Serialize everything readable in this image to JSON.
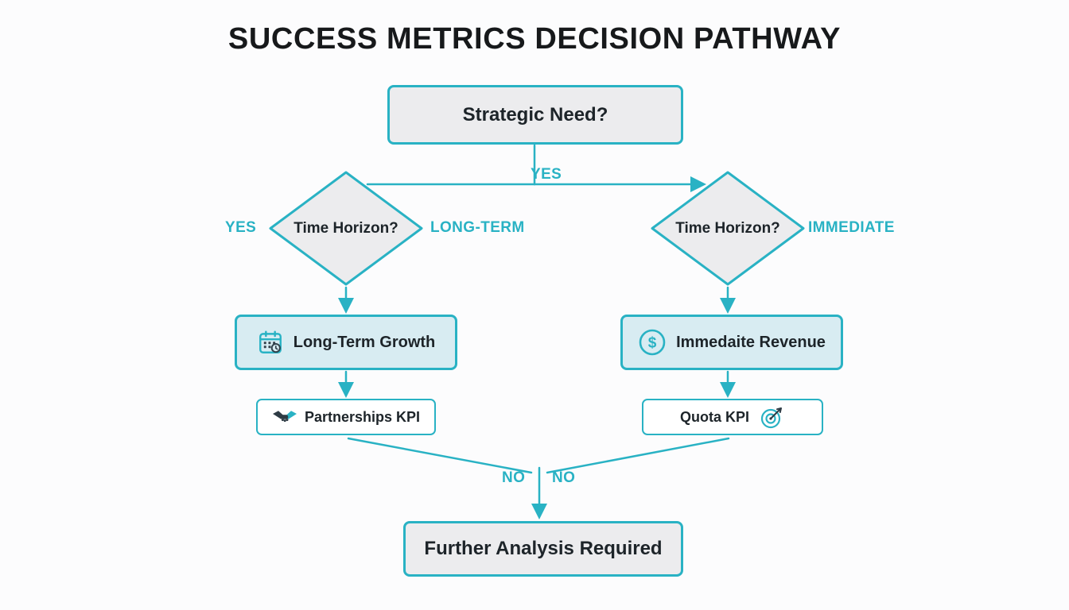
{
  "title": "SUCCESS METRICS DECISION PATHWAY",
  "colors": {
    "accent_teal": "#29b2c4",
    "box_gray": "#ececee",
    "box_cyan": "#d8ecf2",
    "text_dark": "#1d2429"
  },
  "icons": {
    "dollar_glyph": "$"
  },
  "nodes": {
    "strategic_need": {
      "label": "Strategic Need?"
    },
    "time_horizon_left": {
      "label": "Time Horizon?"
    },
    "time_horizon_right": {
      "label": "Time Horizon?"
    },
    "long_term_growth": {
      "label": "Long-Term Growth",
      "icon": "calendar-icon"
    },
    "immediate_revenue": {
      "label": "Immedaite Revenue",
      "icon": "dollar-icon"
    },
    "partnerships_kpi": {
      "label": "Partnerships KPI",
      "icon": "handshake-icon"
    },
    "quota_kpi": {
      "label": "Quota KPI",
      "icon": "target-icon"
    },
    "further_analysis": {
      "label": "Further Analysis Required"
    }
  },
  "edge_labels": {
    "yes_top": "YES",
    "yes_left": "YES",
    "long_term": "LONG-TERM",
    "immediate": "IMMEDIATE",
    "no_left": "NO",
    "no_right": "NO"
  }
}
